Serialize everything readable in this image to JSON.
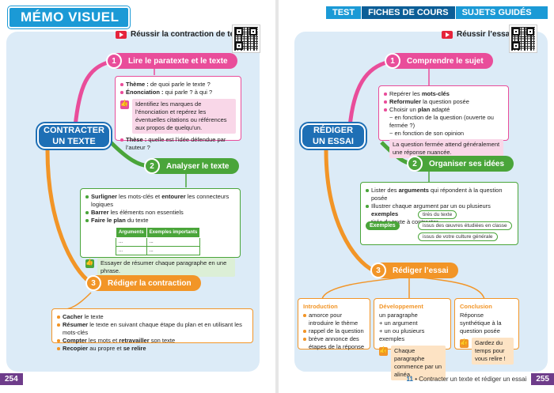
{
  "left": {
    "header": "MÉMO VISUEL",
    "video_title": "Réussir la contraction de texte",
    "center": [
      "CONTRACTER",
      "UN TEXTE"
    ],
    "step1": {
      "num": "1",
      "label": "Lire le paratexte et le texte"
    },
    "box1": {
      "theme_term": "Thème :",
      "theme_text": " de quoi parle le texte ?",
      "enon_term": "Énonciation :",
      "enon_text": " qui parle ? à qui ?",
      "tip": "Identifiez les marques de l’énonciation et repérez les éventuelles citations ou références aux propos de quelqu’un.",
      "these_term": "Thèse :",
      "these_text": " quelle est l’idée défendue par l’auteur ?"
    },
    "step2": {
      "num": "2",
      "label": "Analyser le texte"
    },
    "box2": {
      "l1_b1": "Surligner",
      "l1_t1": " les mots-clés et ",
      "l1_b2": "entourer",
      "l1_t2": " les connecteurs logiques",
      "l2_b": "Barrer",
      "l2_t": " les éléments non essentiels",
      "l3_b1": "Faire le ",
      "l3_b2": "plan",
      "l3_t": " du texte",
      "table_h1": "Arguments",
      "table_h2": "Exemples importants",
      "cell": "...",
      "tip": "Essayer de résumer chaque paragraphe en une phrase."
    },
    "step3": {
      "num": "3",
      "label": "Rédiger la contraction"
    },
    "box3": {
      "l1_b": "Cacher",
      "l1_t": " le texte",
      "l2_b": "Résumer",
      "l2_t": " le texte en suivant chaque étape du plan et en utilisant les mots-clés",
      "l3_b1": "Compter",
      "l3_t1": " les mots et ",
      "l3_b2": "retravailler",
      "l3_t2": " son texte",
      "l4_b1": "Recopier",
      "l4_t1": " au propre et ",
      "l4_b2": "se relire"
    },
    "page_number": "254"
  },
  "right": {
    "nav": [
      "TEST",
      "FICHES DE COURS",
      "SUJETS GUIDÉS"
    ],
    "nav_active": 1,
    "video_title": "Réussir l’essai",
    "center": [
      "RÉDIGER",
      "UN ESSAI"
    ],
    "step1": {
      "num": "1",
      "label": "Comprendre le sujet"
    },
    "box1": {
      "l1_t": "Repérer les ",
      "l1_b": "mots-clés",
      "l2_b": "Reformuler",
      "l2_t": " la question posée",
      "l3_t1": "Choisir un ",
      "l3_b": "plan",
      "l3_t2": " adapté",
      "s1": "~ en fonction de la question (ouverte ou fermée ?)",
      "s2": "~ en fonction de son opinion",
      "tip": "La question fermée attend généralement une réponse nuancée."
    },
    "step2": {
      "num": "2",
      "label": "Organiser ses idées"
    },
    "box2": {
      "l1_t": "Lister des ",
      "l1_b": "arguments",
      "l1_t2": " qui répondent à la question posée",
      "l2_t": "Illustrer chaque argument par un ou plusieurs ",
      "l2_b": "exemples",
      "l2_t2": " tirés du texte à contracter",
      "examples_label": "Exemples",
      "ex1": "tirés du texte",
      "ex2": "issus des œuvres étudiées en classe",
      "ex3": "issus de votre culture générale"
    },
    "step3": {
      "num": "3",
      "label": "Rédiger l’essai"
    },
    "intro": {
      "title": "Introduction",
      "items": [
        "amorce pour introduire le thème",
        "rappel de la question",
        "brève annonce des étapes de la réponse"
      ]
    },
    "dev": {
      "title": "Développement",
      "lead": "un paragraphe",
      "items": [
        "un argument",
        "un ou plusieurs exemples"
      ],
      "tip": "Chaque paragraphe commence par un alinéa."
    },
    "concl": {
      "title": "Conclusion",
      "lead": "Réponse synthétique à la question posée",
      "tip": "Gardez du temps pour vous relire !"
    },
    "footer_chapter": "11",
    "footer_title": "Contracter un texte et rédiger un essai",
    "page_number": "255"
  }
}
